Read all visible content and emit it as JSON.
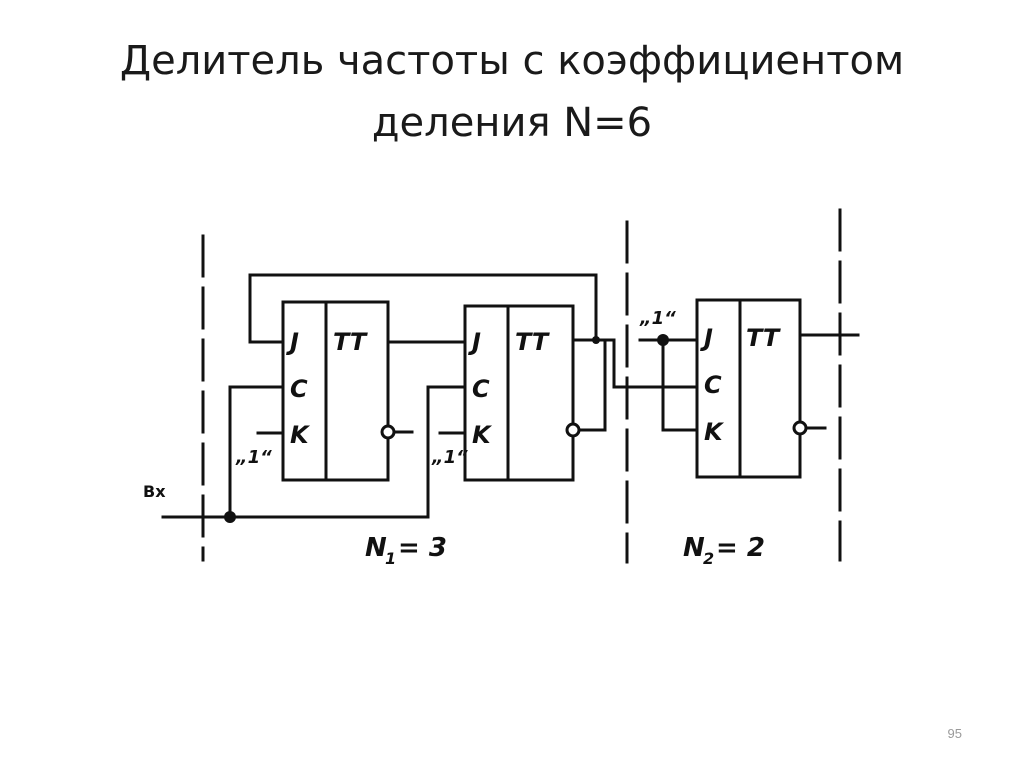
{
  "slide": {
    "title_line1": "Делитель частоты с коэффициентом",
    "title_line2": "деления N=6",
    "page_number": "95"
  },
  "diagram": {
    "input_label": "Вх",
    "triggers": [
      {
        "type_label": "TT",
        "pins": [
          "J",
          "C",
          "K"
        ],
        "k_const": "„1“"
      },
      {
        "type_label": "TT",
        "pins": [
          "J",
          "C",
          "K"
        ],
        "k_const": "„1“"
      },
      {
        "type_label": "TT",
        "pins": [
          "J",
          "C",
          "K"
        ],
        "j_const": "„1“"
      }
    ],
    "stage1": {
      "label": "N",
      "sub": "1",
      "value": "= 3"
    },
    "stage2": {
      "label": "N",
      "sub": "2",
      "value": "= 2"
    }
  }
}
